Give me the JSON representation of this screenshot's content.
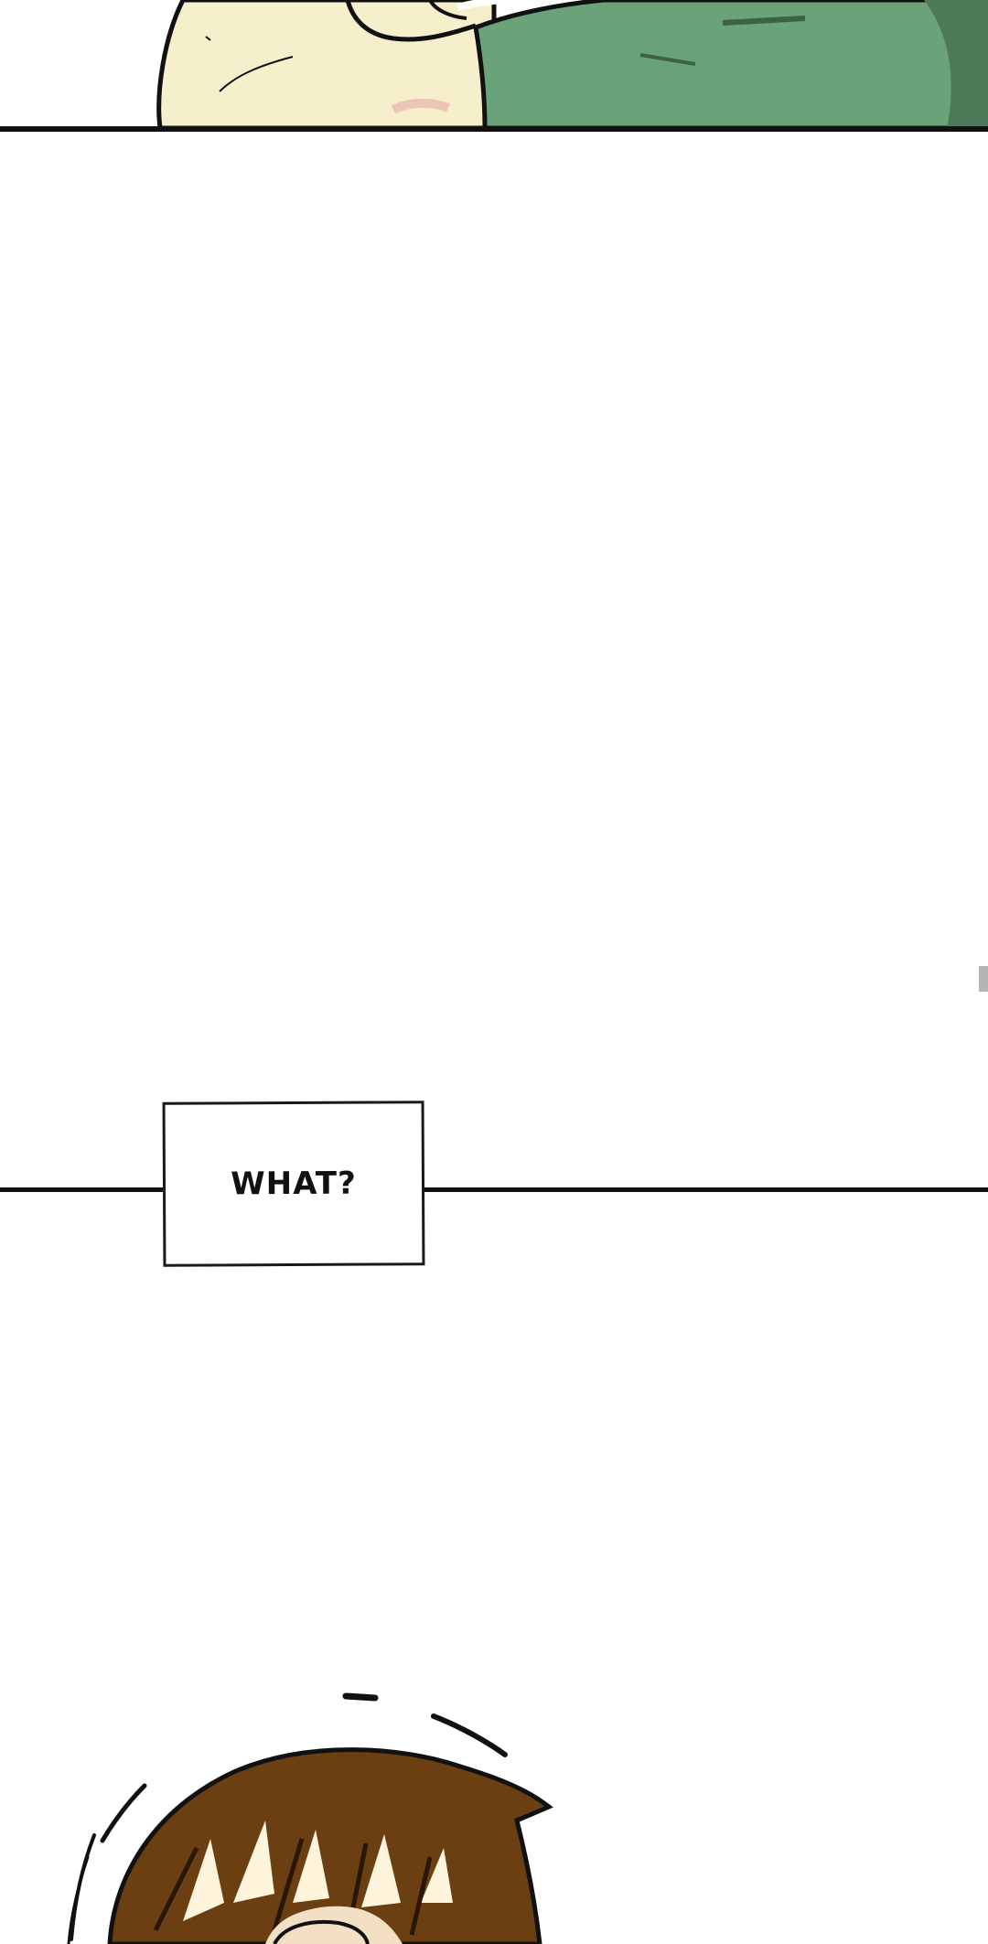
{
  "panels": {
    "top": {
      "description_name": "comic-panel-top"
    },
    "bottom": {
      "description_name": "comic-panel-bottom"
    }
  },
  "caption": {
    "text": "WHAT?"
  },
  "colors": {
    "background": "#ffffff",
    "ink": "#111111",
    "shirt_green": "#6aa27a",
    "skin": "#f5ecc8",
    "hair_brown": "#6b3f12"
  }
}
